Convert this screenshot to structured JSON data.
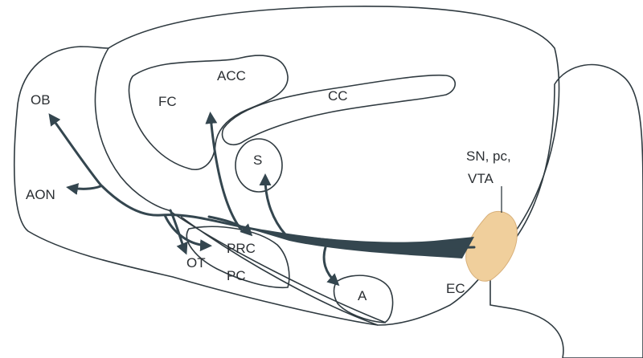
{
  "diagram": {
    "labels": {
      "ob": "OB",
      "aon": "AON",
      "fc": "FC",
      "acc": "ACC",
      "cc": "CC",
      "s": "S",
      "prc": "PRC",
      "ot": "OT",
      "pc": "PC",
      "a": "A",
      "ec": "EC",
      "sn_line1": "SN, pc,",
      "sn_line2": "VTA"
    },
    "colors": {
      "brain_fill": "#dfe3e6",
      "region_fill": "#e8ebed",
      "white_fill": "#ffffff",
      "outline": "#2f3a40",
      "tract": "#34464f",
      "source_nucleus": "#f0cf9c"
    }
  }
}
